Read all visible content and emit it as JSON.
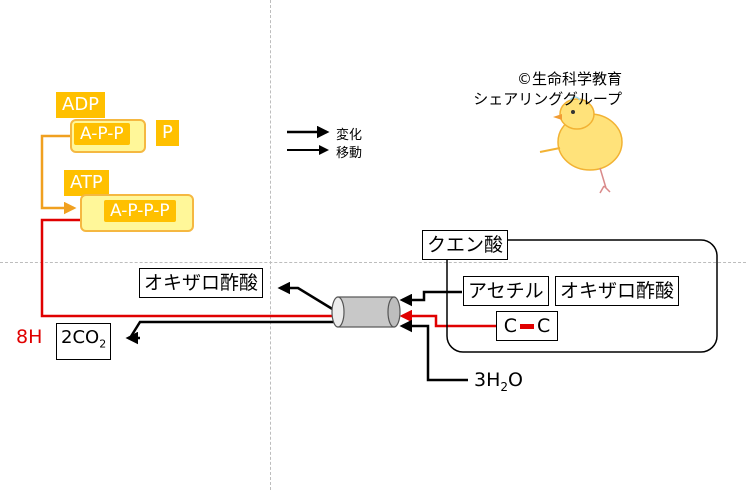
{
  "credit": {
    "line1": "©生命科学教育",
    "line2": "シェアリンググループ"
  },
  "legend": {
    "change": "変化",
    "move": "移動"
  },
  "adp": {
    "tag": "ADP",
    "bar": "A-P-P",
    "p": "P"
  },
  "atp": {
    "tag": "ATP",
    "bar": "A-P-P-P"
  },
  "citric": "クエン酸",
  "acetyl": "アセチル",
  "oxalo_right": "オキザロ酢酸",
  "oxalo_left": "オキザロ酢酸",
  "cc": {
    "c1": "C",
    "c2": "C"
  },
  "water": {
    "pre": "3H",
    "sub": "2",
    "post": "O"
  },
  "co2": {
    "pre": "2CO",
    "sub": "2"
  },
  "hydrogen": "8H",
  "colors": {
    "orange": "#ffc000",
    "red": "#e00000",
    "black": "#000000"
  }
}
